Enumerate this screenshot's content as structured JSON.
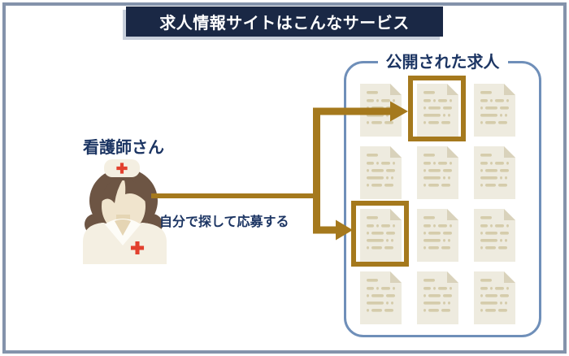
{
  "banner": {
    "text": "求人情報サイトはこんなサービス"
  },
  "nurse": {
    "label": "看護師さん"
  },
  "labels": {
    "self_apply": "自分で探して応募する"
  },
  "panel": {
    "title": "公開された求人",
    "grid": {
      "rows": 4,
      "cols": 3,
      "highlighted": [
        [
          0,
          1
        ],
        [
          2,
          0
        ]
      ]
    }
  },
  "colors": {
    "navy": "#1a2845",
    "text_navy": "#1c3563",
    "gold": "#a5791d",
    "panel_border": "#6f8fb9",
    "frame_border": "#8493ab",
    "doc_body": "#eeebdf",
    "doc_fold": "#d9d2bb",
    "doc_line": "#d5ccab",
    "skin": "#f0e4cd",
    "skin_shadow": "#e5d5b4",
    "hair": "#6d5544",
    "uniform": "#f4efe2",
    "collar": "#fdfcf7",
    "cross_red": "#e2402e"
  }
}
